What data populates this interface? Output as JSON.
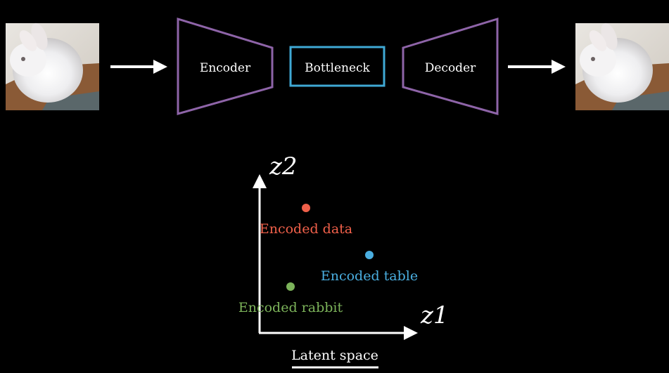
{
  "pipeline": {
    "encoder_label": "Encoder",
    "bottleneck_label": "Bottleneck",
    "decoder_label": "Decoder",
    "input_image": "rabbit-photo",
    "output_image": "rabbit-photo-reconstructed"
  },
  "colors": {
    "background": "#000000",
    "encoder_stroke": "#8e64a8",
    "decoder_stroke": "#8e64a8",
    "bottleneck_stroke": "#3fa9d5",
    "arrow": "#ffffff",
    "encoded_data": "#f0604a",
    "encoded_table": "#4aaee0",
    "encoded_rabbit": "#7cb35a"
  },
  "latent": {
    "x_axis_label": "z1",
    "y_axis_label": "z2",
    "caption": "Latent space",
    "points": [
      {
        "key": "data",
        "label": "Encoded data",
        "color": "#f0604a"
      },
      {
        "key": "table",
        "label": "Encoded table",
        "color": "#4aaee0"
      },
      {
        "key": "rabbit",
        "label": "Encoded rabbit",
        "color": "#7cb35a"
      }
    ]
  }
}
